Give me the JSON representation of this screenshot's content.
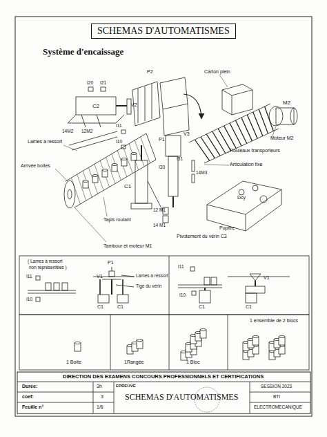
{
  "diagram": {
    "title": "SCHEMAS D'AUTOMATISMES",
    "labels": [
      "Système d'encaissage",
      "P2",
      "I20",
      "I21",
      "C2",
      "V2",
      "14M2",
      "12M2",
      "I11",
      "Lames à ressort",
      "I10",
      "Arrivée boites",
      "Carton plein",
      "M2",
      "Moteur M2",
      "P1",
      "V3",
      "I31",
      "I30",
      "Rouleaux transporteurs",
      "Articulation fixe",
      "14M3",
      "C1",
      "12 M1",
      "Dcy",
      "Pupitre",
      "Pivotement du vérin C3",
      "Tapis roulant",
      "14 M1",
      "Tambour et moteur M1",
      "( Lames à ressort",
      "non représentées )",
      "P1",
      "I11",
      "V1",
      "Lames à ressort",
      "Tige du vérin",
      "I10",
      "C1",
      "C1",
      "I11",
      "I10",
      "C1",
      "V1",
      "C1",
      "1 Boite",
      "1Rangée",
      "1 Bloc",
      "1 ensemble de 2 blocs",
      "DIRECTION DES EXAMENS CONCOURS PROFESSIONNELS ET CERTIFICATIONS",
      "Durée:",
      "3h",
      "EPREUVE",
      "SCHEMAS D'AUTOMATISMES",
      "SESSION 2023",
      "coef:",
      "3",
      "BTI",
      "Feuille n°",
      "1/6",
      "ELECTROMECANIQUE"
    ]
  }
}
